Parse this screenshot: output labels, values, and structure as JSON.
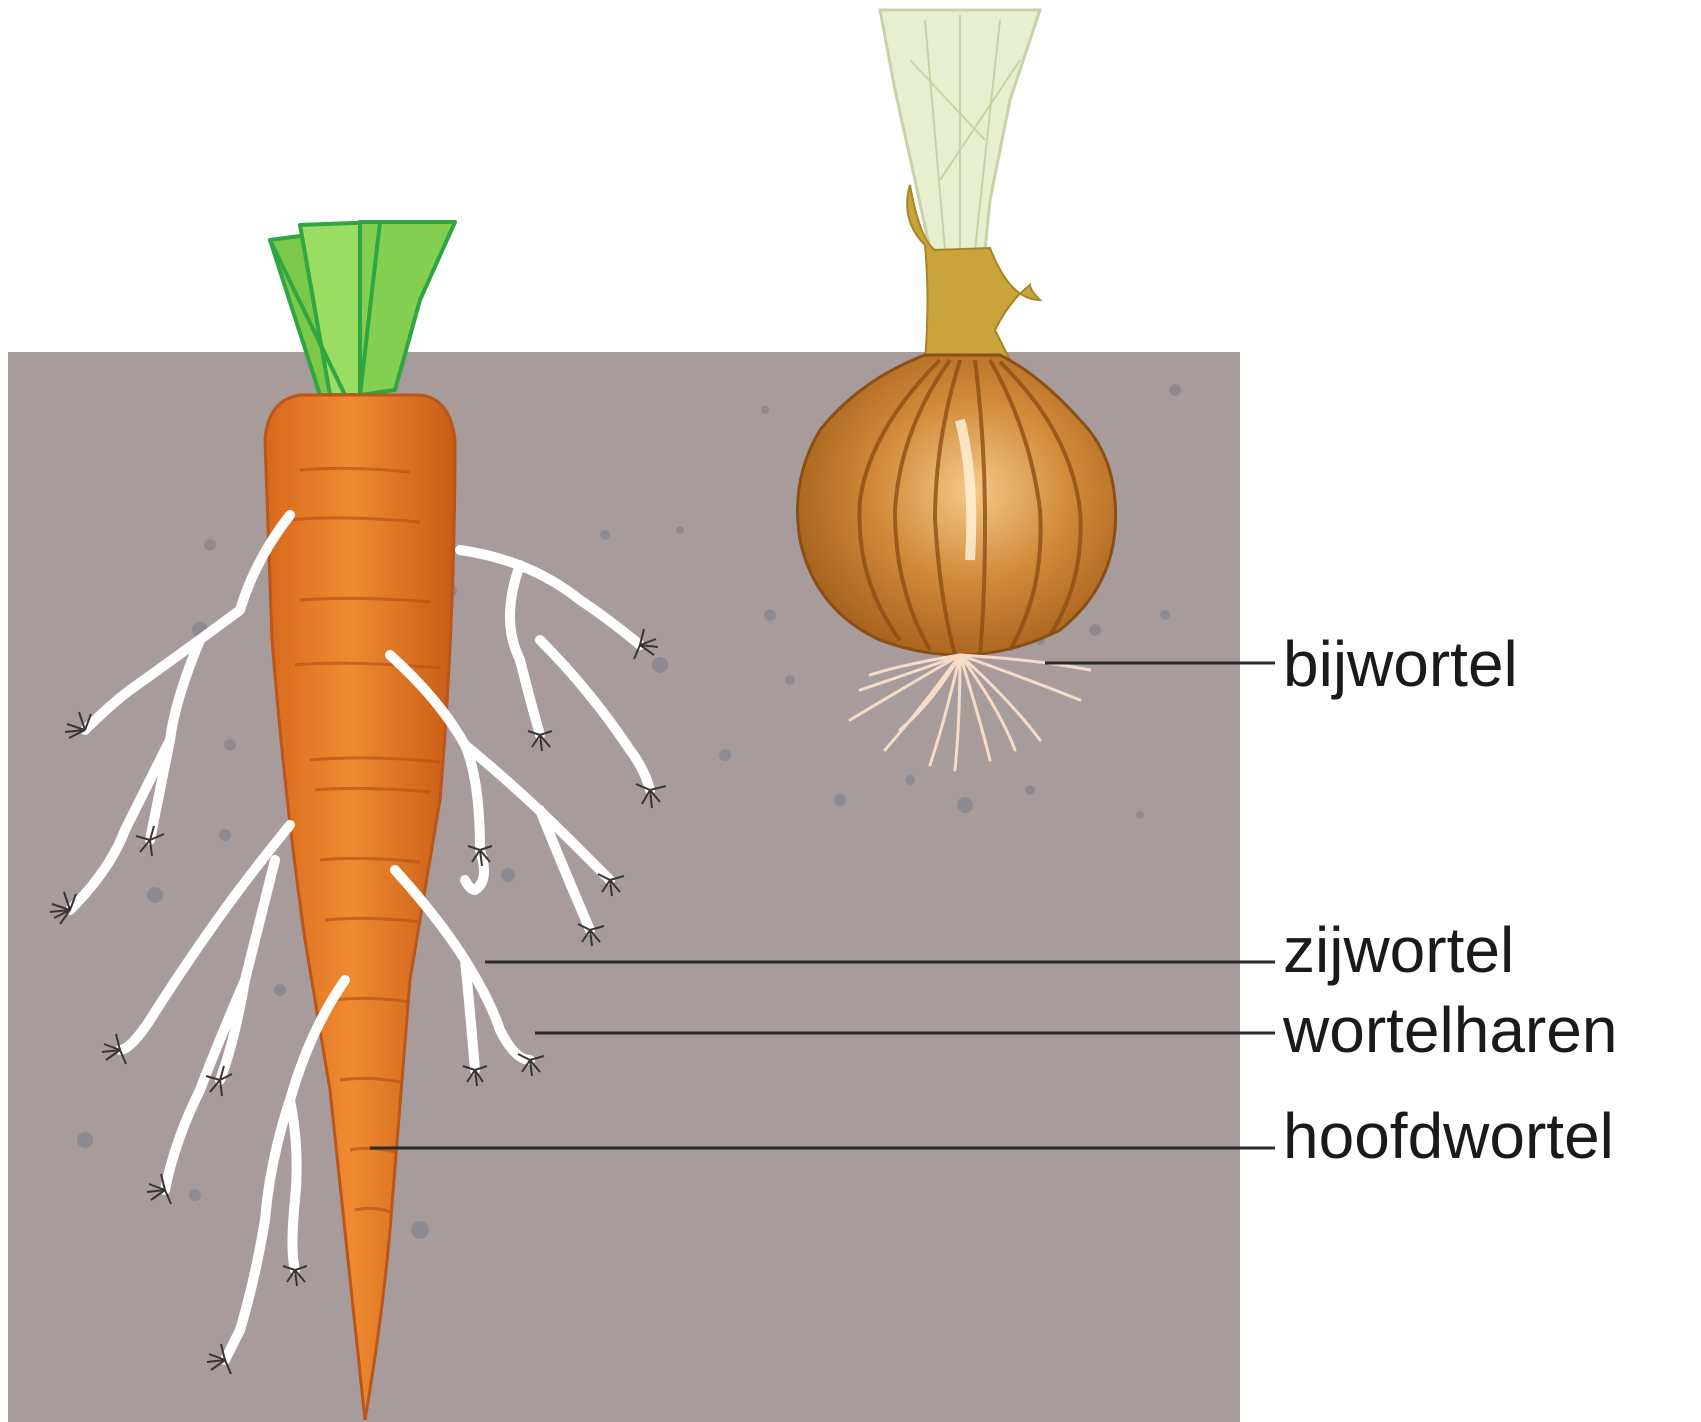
{
  "labels": {
    "adventitious_root": "bijwortel",
    "lateral_root": "zijwortel",
    "root_hairs": "wortelharen",
    "taproot": "hoofdwortel"
  },
  "colors": {
    "soil": "#a89b9b",
    "carrot": "#e07a24",
    "carrot_leaves": "#8fd14f",
    "onion": "#c07a2a",
    "onion_stem": "#e8efd0",
    "root": "#ffffff",
    "leader_line": "#2a2a2a"
  }
}
